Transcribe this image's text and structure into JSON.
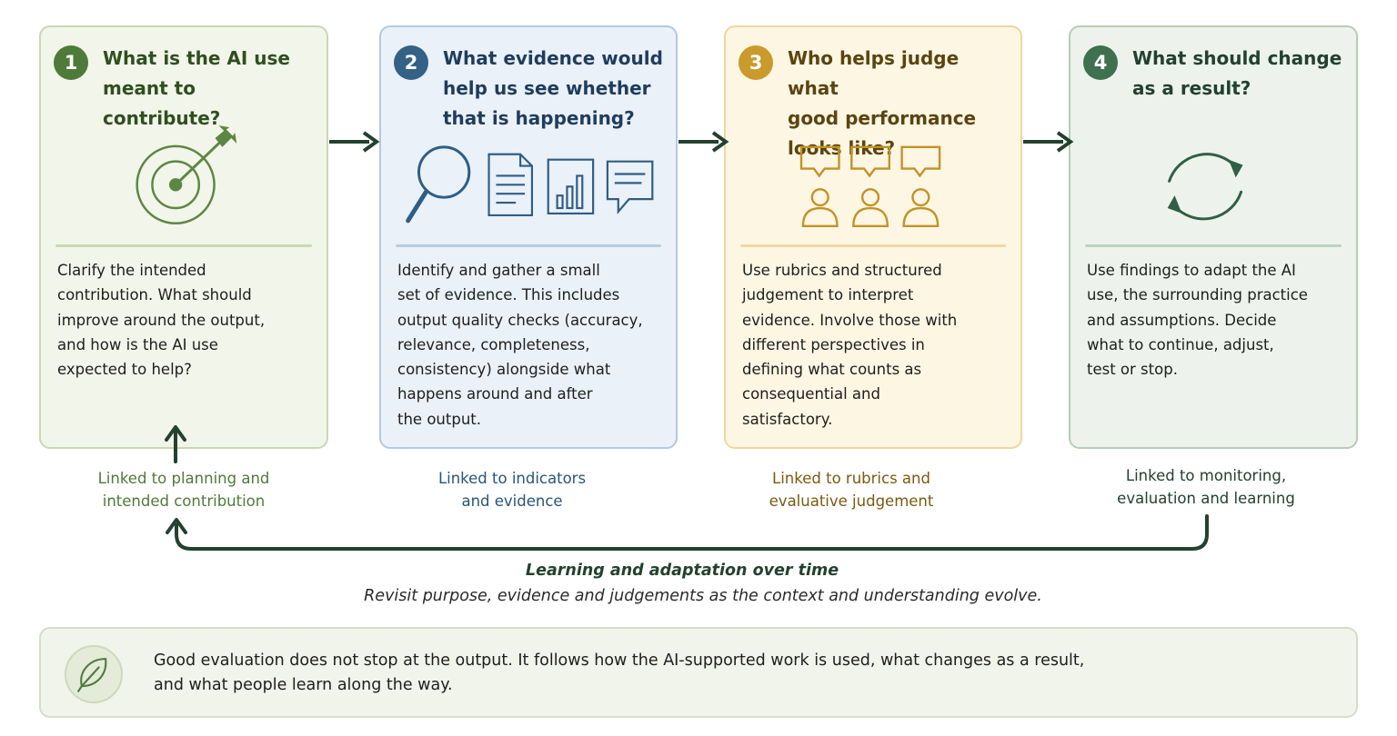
{
  "steps": [
    {
      "number": "1",
      "title": "What is the AI use\nmeant to contribute?",
      "body": "Clarify the intended\ncontribution. What should\nimprove around the output,\nand how is the AI use\nexpected to help?",
      "link_label": "Linked to planning  and\nintended contribution",
      "icon": "target-arrow-icon",
      "color": "#4f7a3a"
    },
    {
      "number": "2",
      "title": "What evidence would\nhelp us see whether\nthat is happening?",
      "body": "Identify and gather a small\nset of evidence. This includes\noutput quality checks (accuracy,\nrelevance, completeness,\nconsistency) alongside what\nhappens around and after\nthe output.",
      "link_label": "Linked to indicators\nand evidence",
      "icons": [
        "magnifier-icon",
        "document-icon",
        "bar-chart-icon",
        "chat-bubble-icon"
      ],
      "color": "#356187"
    },
    {
      "number": "3",
      "title": "Who helps judge what\ngood performance\nlooks like?",
      "body": "Use rubrics and structured\njudgement to interpret\nevidence. Involve those with\ndifferent perspectives in\ndefining what counts as\nconsequential and\nsatisfactory.",
      "link_label": "Linked to rubrics and\nevaluative judgement",
      "icon": "people-speech-icon",
      "color": "#c99a2c"
    },
    {
      "number": "4",
      "title": "What should change\nas a result?",
      "body": "Use findings to adapt the AI\nuse, the surrounding practice\nand assumptions. Decide\nwhat to continue, adjust,\ntest or stop.",
      "link_label": "Linked to monitoring,\nevaluation and learning",
      "icon": "cycle-arrows-icon",
      "color": "#3f7050"
    }
  ],
  "loop": {
    "title": "Learning and adaptation over time",
    "subtitle": "Revisit purpose, evidence and judgements as the context and understanding evolve.",
    "color": "#23412f"
  },
  "footer": {
    "icon": "leaf-icon",
    "text": "Good evaluation does not stop at the output. It follows how the AI-supported work is used, what changes as a result,\nand what people learn along the way."
  }
}
